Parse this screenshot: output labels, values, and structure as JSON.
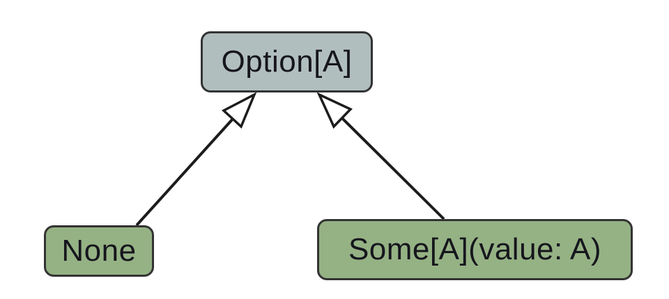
{
  "diagram": {
    "type": "uml-class-inheritance",
    "colors": {
      "background": "#ffffff",
      "parent_fill": "#b1bebe",
      "child_fill": "#95b284",
      "node_border": "#333333",
      "line": "#1c1c1c",
      "arrowhead_fill": "#ffffff",
      "text": "#16161d"
    },
    "nodes": [
      {
        "id": "option",
        "label": "Option[A]",
        "role": "parent"
      },
      {
        "id": "none",
        "label": "None",
        "role": "child"
      },
      {
        "id": "some",
        "label": "Some[A](value: A)",
        "role": "child"
      }
    ],
    "edges": [
      {
        "from": "None",
        "to": "Option[A]",
        "type": "inheritance"
      },
      {
        "from": "Some[A](value: A)",
        "to": "Option[A]",
        "type": "inheritance"
      }
    ]
  }
}
